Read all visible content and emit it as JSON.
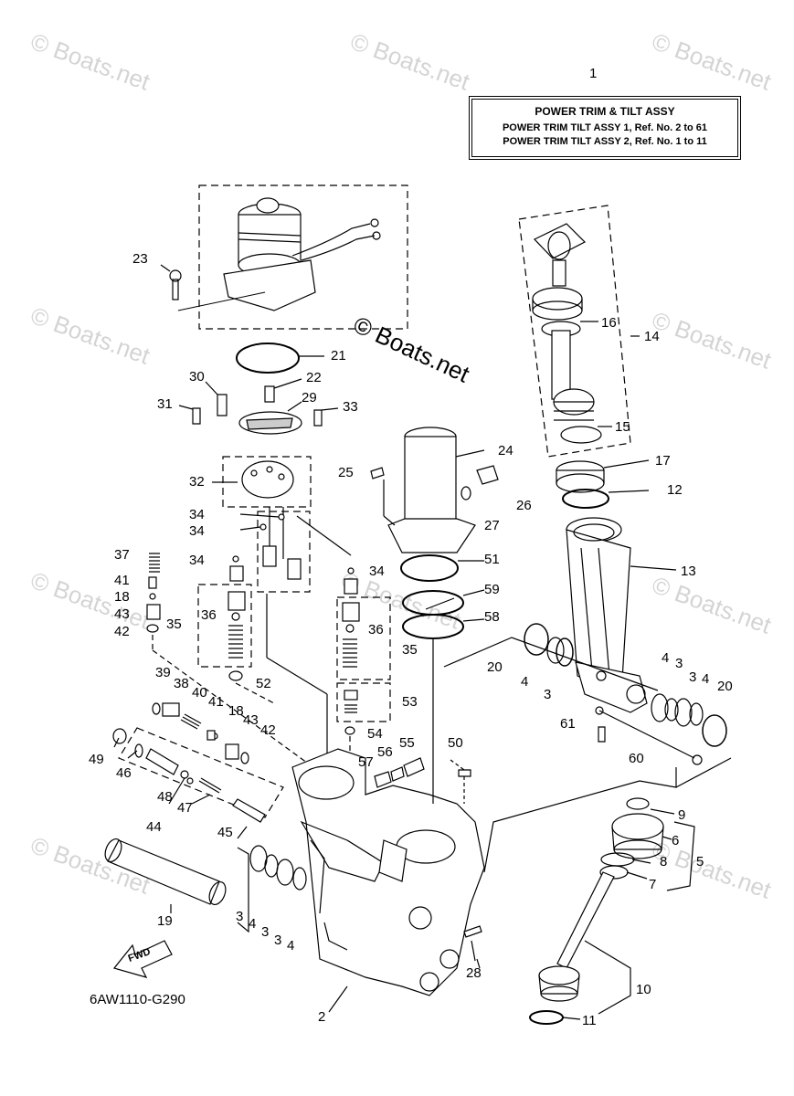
{
  "watermark_text": "© Boats.net",
  "center_watermark": "© Boats.net",
  "title_box": {
    "ref_number": "1",
    "title": "POWER TRIM & TILT ASSY",
    "line1": "POWER TRIM TILT ASSY 1,  Ref.  No. 2  to  61",
    "line2": "POWER TRIM TILT ASSY 2,  Ref.  No.  1  to  11"
  },
  "diagram_code": "6AW1110-G290",
  "fwd_label": "FWD",
  "labels": {
    "n2": "2",
    "n3a": "3",
    "n3b": "3",
    "n3c": "3",
    "n3d": "3",
    "n3e": "3",
    "n3f": "3",
    "n4a": "4",
    "n4b": "4",
    "n4c": "4",
    "n4d": "4",
    "n4e": "4",
    "n5": "5",
    "n6": "6",
    "n7": "7",
    "n8": "8",
    "n9": "9",
    "n10": "10",
    "n11": "11",
    "n12": "12",
    "n13": "13",
    "n14": "14",
    "n15": "15",
    "n16": "16",
    "n17": "17",
    "n18a": "18",
    "n18b": "18",
    "n19": "19",
    "n20a": "20",
    "n20b": "20",
    "n21": "21",
    "n22": "22",
    "n23": "23",
    "n24": "24",
    "n25": "25",
    "n26": "26",
    "n27": "27",
    "n28": "28",
    "n29": "29",
    "n30": "30",
    "n31": "31",
    "n32": "32",
    "n33": "33",
    "n34a": "34",
    "n34b": "34",
    "n34c": "34",
    "n34d": "34",
    "n35a": "35",
    "n35b": "35",
    "n36a": "36",
    "n36b": "36",
    "n37": "37",
    "n38": "38",
    "n39": "39",
    "n40": "40",
    "n41a": "41",
    "n41b": "41",
    "n42a": "42",
    "n42b": "42",
    "n43a": "43",
    "n43b": "43",
    "n44": "44",
    "n45": "45",
    "n46": "46",
    "n47": "47",
    "n48": "48",
    "n49": "49",
    "n50": "50",
    "n51": "51",
    "n52": "52",
    "n53": "53",
    "n54": "54",
    "n55": "55",
    "n56": "56",
    "n57": "57",
    "n58": "58",
    "n59": "59",
    "n60": "60",
    "n61": "61"
  }
}
